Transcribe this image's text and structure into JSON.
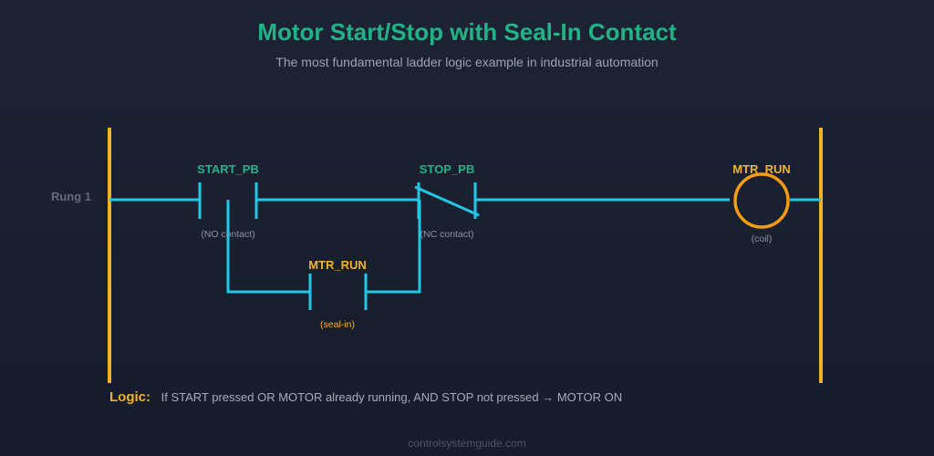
{
  "header": {
    "title": "Motor Start/Stop with Seal-In Contact",
    "subtitle": "The most fundamental ladder logic example in industrial automation"
  },
  "rung": {
    "label": "Rung 1"
  },
  "elements": {
    "start_pb": {
      "tag": "START_PB",
      "desc": "(NO contact)"
    },
    "stop_pb": {
      "tag": "STOP_PB",
      "desc": "(NC contact)"
    },
    "seal_in": {
      "tag": "MTR_RUN",
      "desc": "(seal-in)"
    },
    "coil": {
      "tag": "MTR_RUN",
      "desc": "(coil)"
    }
  },
  "logic": {
    "label": "Logic:",
    "text": "If START pressed OR MOTOR already running, AND STOP not pressed → MOTOR ON"
  },
  "footer": {
    "text": "controlsystemguide.com"
  },
  "colors": {
    "wire": "#22c8e6",
    "rail": "#f0b429",
    "coil": "#f39c12",
    "tag_green": "#1fb386",
    "tag_amber": "#f0b429",
    "title": "#1fb386"
  }
}
